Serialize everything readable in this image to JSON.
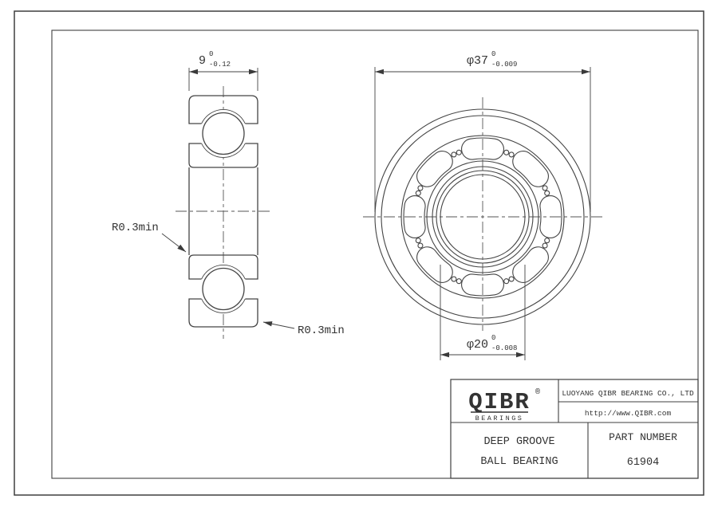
{
  "dims": {
    "width": {
      "v": "9",
      "hi": "0",
      "lo": "-0.12"
    },
    "od": {
      "v": "φ37",
      "hi": "0",
      "lo": "-0.009"
    },
    "bore": {
      "v": "φ20",
      "hi": "0",
      "lo": "-0.008"
    },
    "fillet_left": "R0.3min",
    "fillet_right": "R0.3min"
  },
  "title_block": {
    "logo_text": "QIBR",
    "logo_reg": "®",
    "logo_sub": "BEARINGS",
    "company": "LUOYANG QIBR BEARING CO., LTD",
    "website": "http://www.QIBR.com",
    "product_line1": "DEEP GROOVE",
    "product_line2": "BALL BEARING",
    "part_label": "PART NUMBER",
    "part_number": "61904"
  },
  "colors": {
    "line": "#444444",
    "background": "#ffffff"
  }
}
